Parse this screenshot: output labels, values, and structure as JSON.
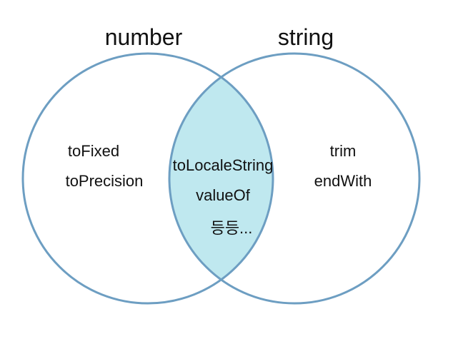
{
  "sets": {
    "left": {
      "title": "number",
      "members": [
        "toFixed",
        "toPrecision"
      ]
    },
    "right": {
      "title": "string",
      "members": [
        "trim",
        "endWith"
      ]
    },
    "intersection": {
      "members": [
        "toLocaleString",
        "valueOf",
        "등등..."
      ]
    }
  },
  "colors": {
    "circle_stroke": "#6d9ec2",
    "intersection_fill": "#bfe8ef",
    "text": "#111111",
    "background": "#ffffff"
  }
}
